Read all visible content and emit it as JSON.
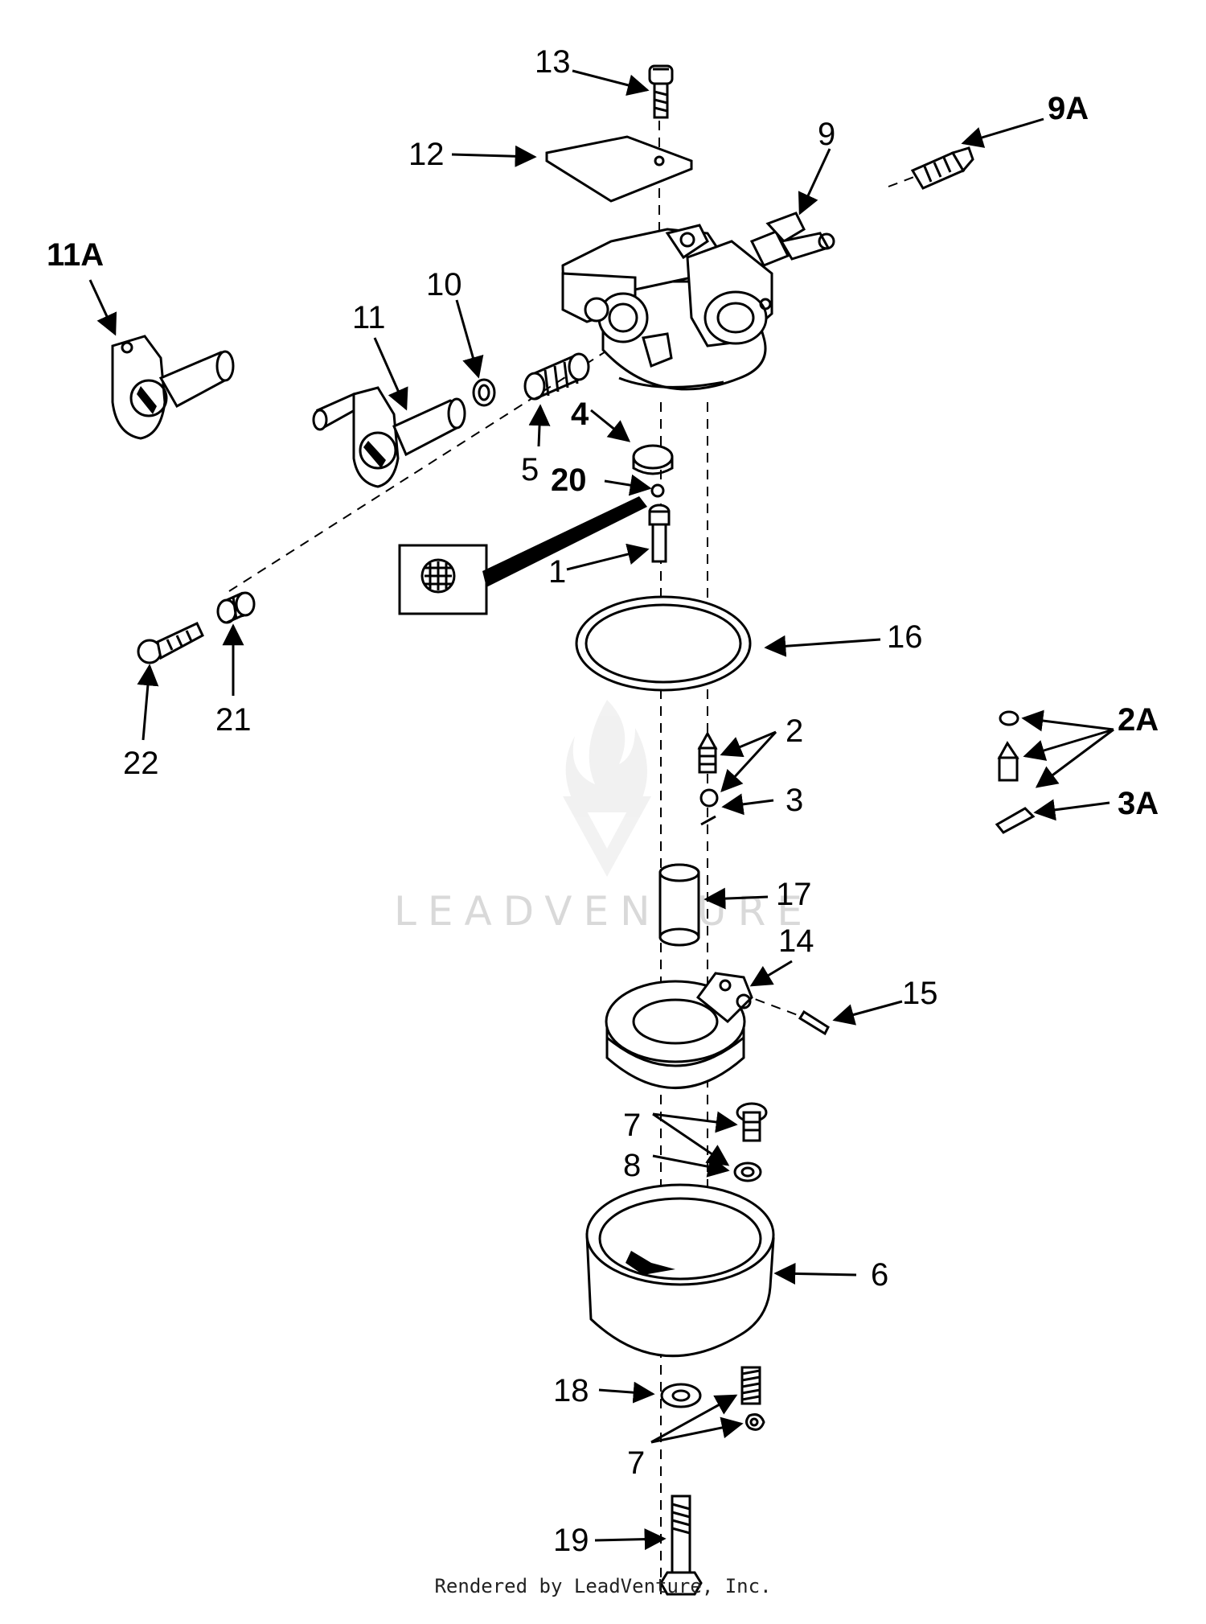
{
  "diagram": {
    "part_labels": [
      "13",
      "12",
      "9",
      "9A",
      "11A",
      "11",
      "10",
      "4",
      "5",
      "20",
      "1",
      "16",
      "22",
      "21",
      "2",
      "3",
      "2A",
      "3A",
      "17",
      "14",
      "15",
      "7",
      "8",
      "6",
      "18",
      "7",
      "19"
    ],
    "watermark": "LEADVENTURE",
    "footer": "Rendered by LeadVenture, Inc."
  }
}
